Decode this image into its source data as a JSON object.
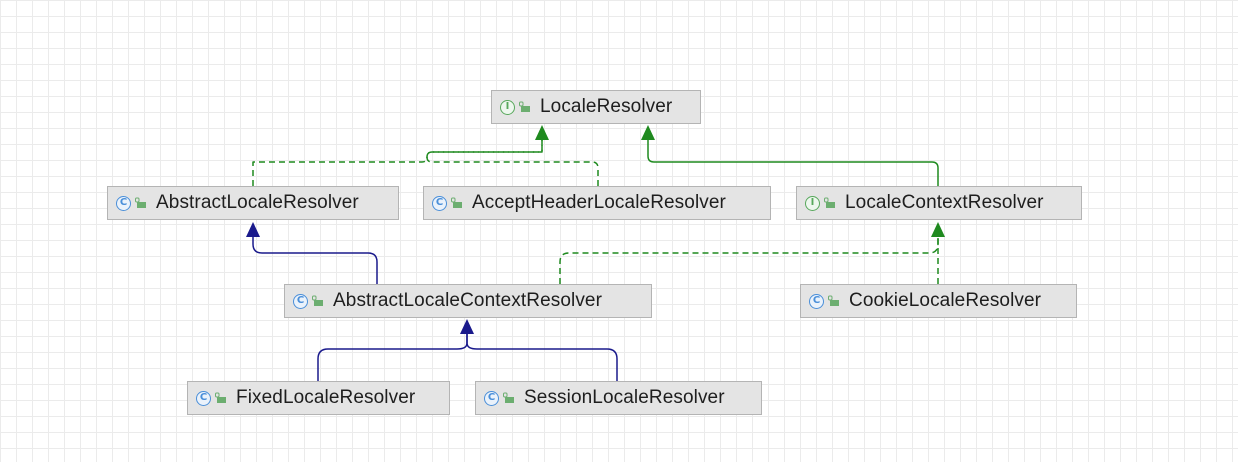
{
  "colors": {
    "implements": "#1f8a1f",
    "extends": "#1a1a8c",
    "class_icon": "#4a8fd9",
    "interface_icon": "#58a85c"
  },
  "nodes": {
    "locale_resolver": {
      "label": "LocaleResolver",
      "kind": "interface",
      "kind_glyph": "I"
    },
    "abstract_locale_resolver": {
      "label": "AbstractLocaleResolver",
      "kind": "class",
      "kind_glyph": "C"
    },
    "accept_header_locale_resolver": {
      "label": "AcceptHeaderLocaleResolver",
      "kind": "class",
      "kind_glyph": "C"
    },
    "locale_context_resolver": {
      "label": "LocaleContextResolver",
      "kind": "interface",
      "kind_glyph": "I"
    },
    "abstract_locale_context_resolver": {
      "label": "AbstractLocaleContextResolver",
      "kind": "class",
      "kind_glyph": "C"
    },
    "cookie_locale_resolver": {
      "label": "CookieLocaleResolver",
      "kind": "class",
      "kind_glyph": "C"
    },
    "fixed_locale_resolver": {
      "label": "FixedLocaleResolver",
      "kind": "class",
      "kind_glyph": "C"
    },
    "session_locale_resolver": {
      "label": "SessionLocaleResolver",
      "kind": "class",
      "kind_glyph": "C"
    }
  },
  "edges": [
    {
      "from": "abstract_locale_resolver",
      "to": "locale_resolver",
      "relation": "implements"
    },
    {
      "from": "accept_header_locale_resolver",
      "to": "locale_resolver",
      "relation": "implements"
    },
    {
      "from": "locale_context_resolver",
      "to": "locale_resolver",
      "relation": "extends-interface"
    },
    {
      "from": "abstract_locale_context_resolver",
      "to": "abstract_locale_resolver",
      "relation": "extends"
    },
    {
      "from": "abstract_locale_context_resolver",
      "to": "locale_context_resolver",
      "relation": "implements"
    },
    {
      "from": "cookie_locale_resolver",
      "to": "locale_context_resolver",
      "relation": "implements"
    },
    {
      "from": "fixed_locale_resolver",
      "to": "abstract_locale_context_resolver",
      "relation": "extends"
    },
    {
      "from": "session_locale_resolver",
      "to": "abstract_locale_context_resolver",
      "relation": "extends"
    }
  ]
}
